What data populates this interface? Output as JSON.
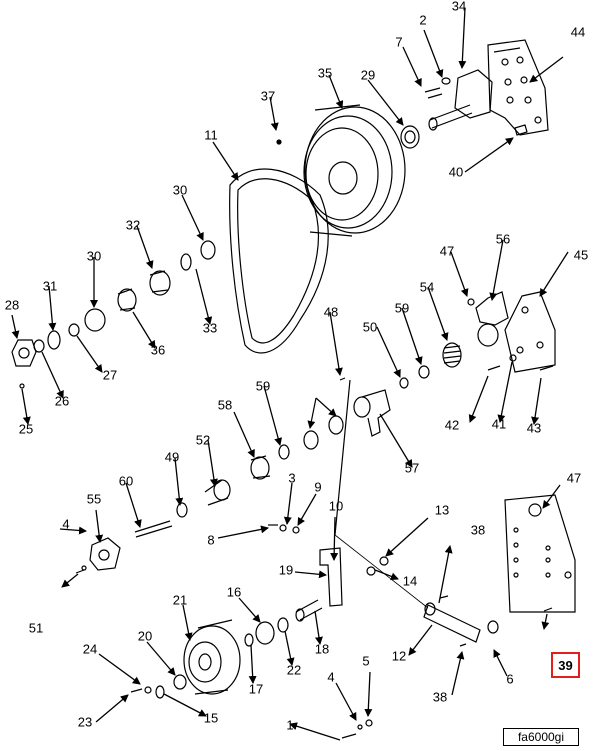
{
  "figure_id": "fa6000gi",
  "highlighted_callout": "39",
  "callouts": {
    "c1": "1",
    "c2": "2",
    "c3": "3",
    "c4a": "4",
    "c4b": "4",
    "c5": "5",
    "c6": "6",
    "c7": "7",
    "c8": "8",
    "c9": "9",
    "c10": "10",
    "c11": "11",
    "c12": "12",
    "c13": "13",
    "c14": "14",
    "c15": "15",
    "c16": "16",
    "c17": "17",
    "c18": "18",
    "c19": "19",
    "c20": "20",
    "c21": "21",
    "c22": "22",
    "c23": "23",
    "c24": "24",
    "c25": "25",
    "c26": "26",
    "c27": "27",
    "c28": "28",
    "c29": "29",
    "c30a": "30",
    "c30b": "30",
    "c31": "31",
    "c32": "32",
    "c33": "33",
    "c34": "34",
    "c35": "35",
    "c36": "36",
    "c37": "37",
    "c38a": "38",
    "c38b": "38",
    "c40": "40",
    "c41": "41",
    "c42": "42",
    "c43": "43",
    "c44": "44",
    "c45": "45",
    "c47a": "47",
    "c47b": "47",
    "c48": "48",
    "c49": "49",
    "c50": "50",
    "c51": "51",
    "c52": "52",
    "c54": "54",
    "c55": "55",
    "c56": "56",
    "c57": "57",
    "c58": "58",
    "c59a": "59",
    "c59b": "59",
    "c60": "60"
  }
}
